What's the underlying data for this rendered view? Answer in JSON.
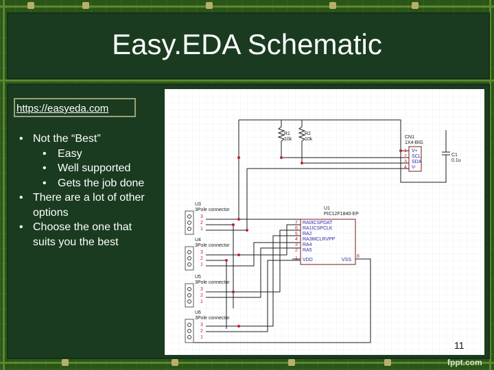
{
  "slide": {
    "title": "Easy.EDA Schematic",
    "link": "https://easyeda.com",
    "bullets": [
      {
        "level": 1,
        "text": "Not the “Best”"
      },
      {
        "level": 2,
        "text": "Easy"
      },
      {
        "level": 2,
        "text": "Well supported"
      },
      {
        "level": 2,
        "text": "Gets the job done"
      },
      {
        "level": 1,
        "text": "There are a lot of other options"
      },
      {
        "level": 1,
        "text": "Choose the one that suits you the best"
      }
    ],
    "page_number": "11",
    "watermark": "fppt.com"
  },
  "schematic": {
    "r1": {
      "ref": "R1",
      "val": "10k"
    },
    "r2": {
      "ref": "R2",
      "val": "10k"
    },
    "cn1": {
      "ref": "CN1",
      "val": "1X4-BIG",
      "pins": [
        "V+",
        "SCL",
        "SDA",
        "V-"
      ],
      "nums": [
        "1",
        "2",
        "3",
        "4"
      ]
    },
    "c1": {
      "ref": "C1",
      "val": "0.1u"
    },
    "u1": {
      "ref": "U1",
      "val": "PIC12F1840-EP",
      "pins": [
        "RA0ICSPDAT",
        "RA1ICSPCLK",
        "RA2",
        "RA3MCLRVPP",
        "RA4",
        "RA5"
      ],
      "nums": [
        "7",
        "6",
        "5",
        "4",
        "3",
        "2"
      ],
      "vdd": "VDD",
      "vdd_num": "1",
      "vss": "VSS",
      "vss_num": "8"
    },
    "connectors": [
      {
        "ref": "U3",
        "val": "3Pole connector",
        "nums": [
          "3",
          "2",
          "1"
        ]
      },
      {
        "ref": "U4",
        "val": "3Pole connector",
        "nums": [
          "3",
          "2",
          "1"
        ]
      },
      {
        "ref": "U5",
        "val": "3Pole connector",
        "nums": [
          "3",
          "2",
          "1"
        ]
      },
      {
        "ref": "U6",
        "val": "3Pole connector",
        "nums": [
          "3",
          "2",
          "1"
        ]
      }
    ]
  }
}
